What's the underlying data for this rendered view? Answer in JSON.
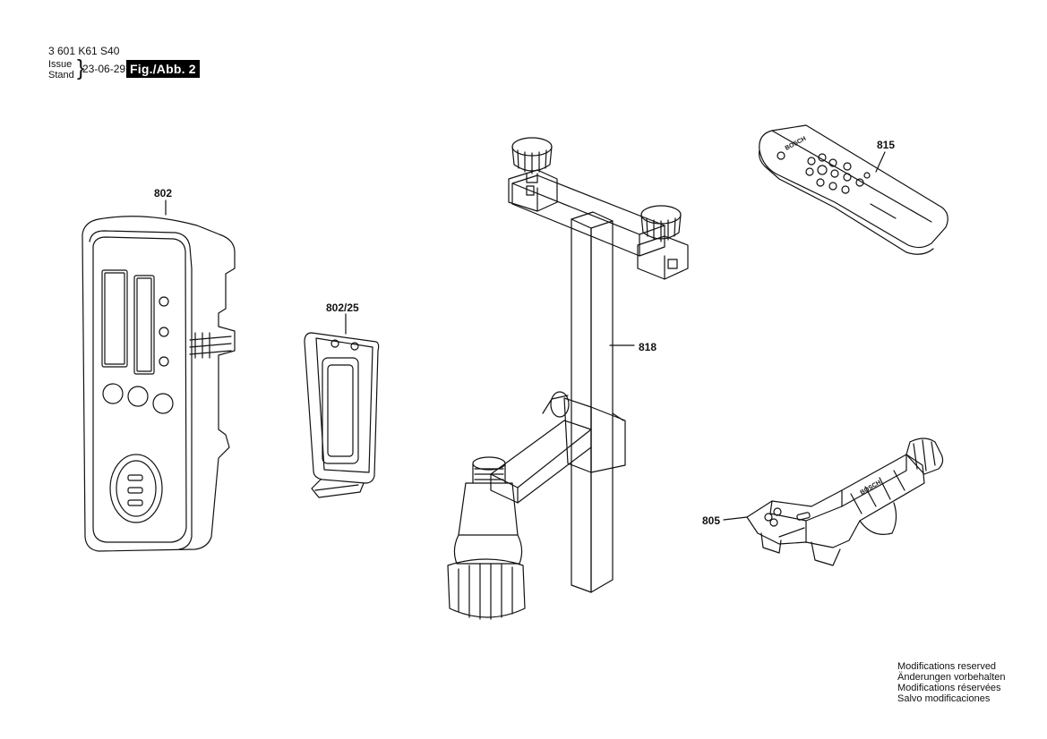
{
  "header": {
    "doc_number": "3 601 K61 S40",
    "issue_label": "Issue",
    "stand_label": "Stand",
    "date": "23-06-29",
    "figure": "Fig./Abb. 2"
  },
  "parts": [
    {
      "id": "802",
      "label": "802"
    },
    {
      "id": "802/25",
      "label": "802/25"
    },
    {
      "id": "818",
      "label": "818"
    },
    {
      "id": "815",
      "label": "815"
    },
    {
      "id": "805",
      "label": "805"
    }
  ],
  "remote_brand": "BOSCH",
  "footer": {
    "lines": [
      "Modifications reserved",
      "Änderungen vorbehalten",
      "Modifications réservées",
      "Salvo modificaciones"
    ]
  }
}
